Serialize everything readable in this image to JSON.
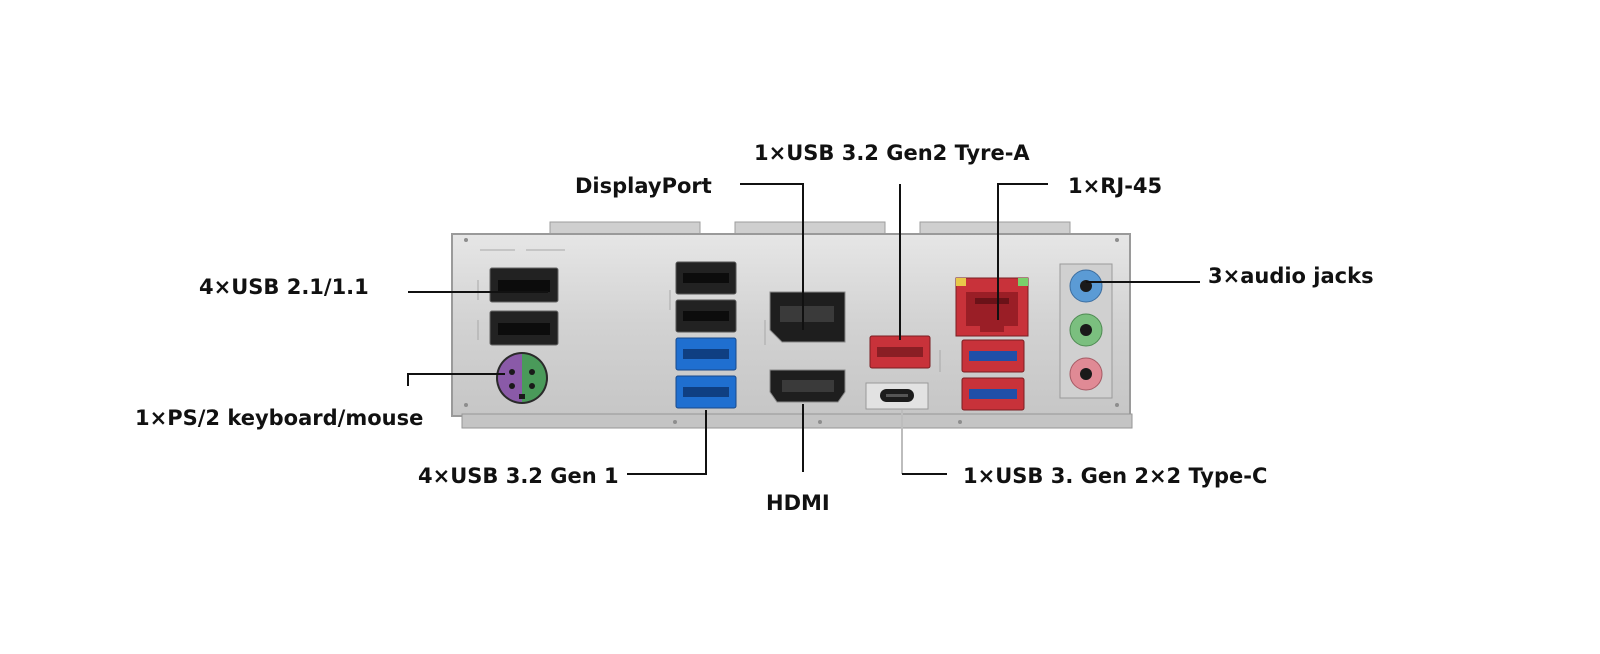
{
  "labels": {
    "usb21": "4×USB 2.1/1.1",
    "ps2": "1×PS/2 keyboard/mouse",
    "usb32gen1": "4×USB 3.2 Gen 1",
    "displayport": "DisplayPort",
    "hdmi": "HDMI",
    "usb32gen2a": "1×USB 3.2 Gen2 Tyre-A",
    "usbc": "1×USB 3. Gen 2×2 Type-C",
    "rj45": "1×RJ-45",
    "audio": "3×audio jacks"
  },
  "colors": {
    "plate": "#d8d8d8",
    "plate_edge": "#a8a8a8",
    "usb2_black": "#1a1a1a",
    "usb3_blue": "#1f6fd0",
    "usb_red": "#c8323a",
    "rj45_red": "#c8323a",
    "ps2_purple": "#8a5aa8",
    "ps2_green": "#4a9a5a",
    "audio_blue": "#5b9bd5",
    "audio_green": "#7bbf7f",
    "audio_pink": "#e08a95",
    "leader": "#111111"
  },
  "icons": {
    "ps2": "ps2-port-icon",
    "rj45": "rj45-port-icon",
    "usbc": "usb-c-port-icon"
  }
}
